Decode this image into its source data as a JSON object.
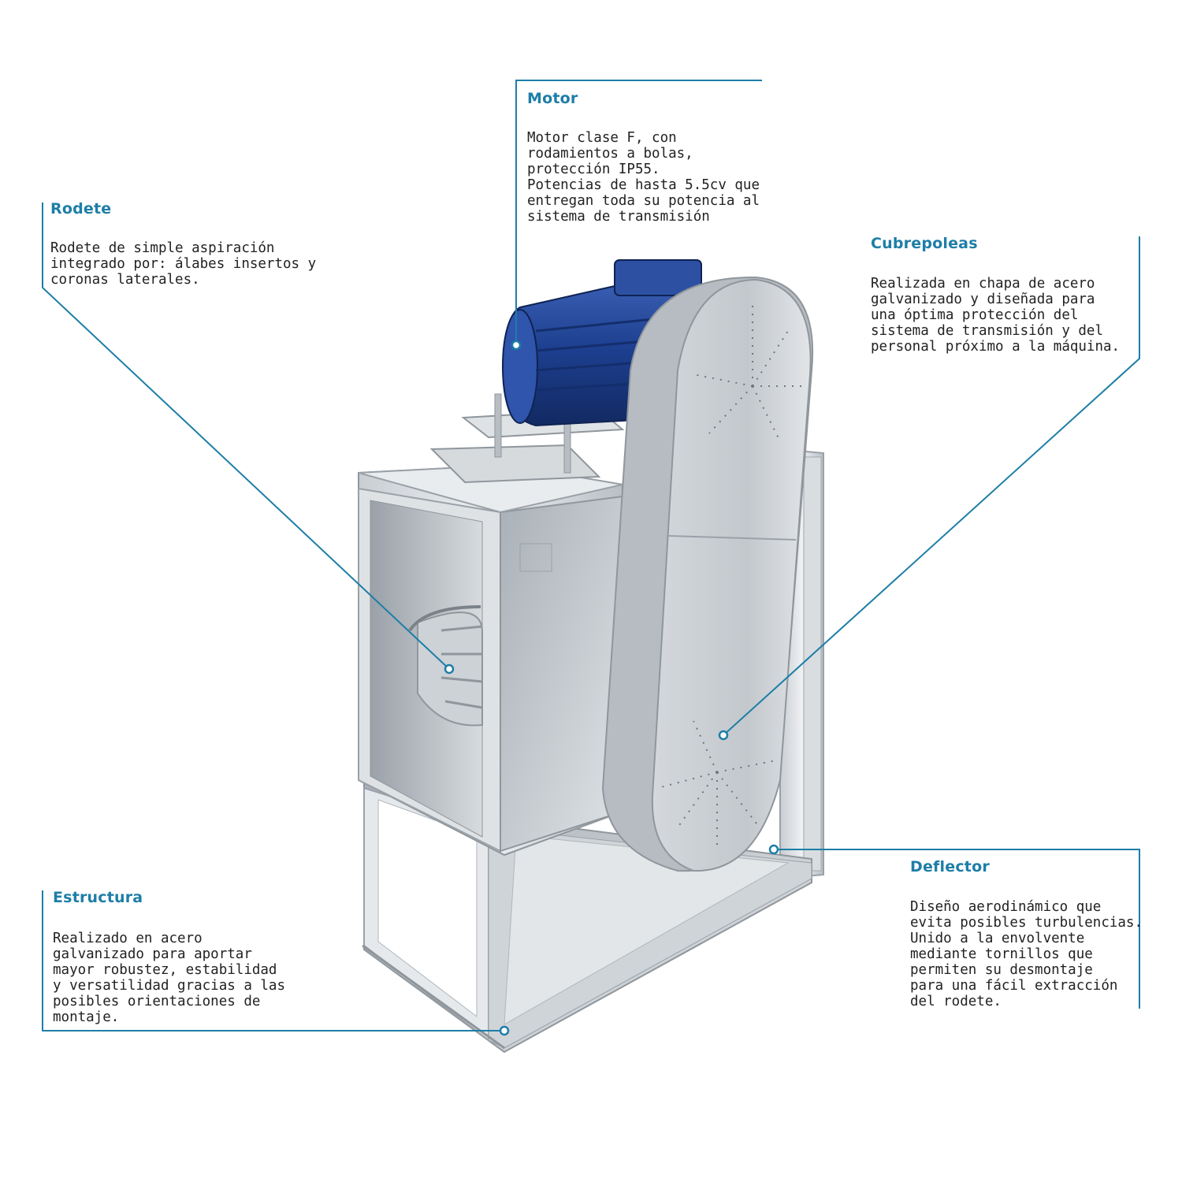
{
  "accent_color": "#1d7ea7",
  "callouts": {
    "motor": {
      "title": "Motor",
      "text": "Motor clase F, con\nrodamientos a bolas,\nprotección IP55.\nPotencias de hasta 5.5cv que\nentregan toda su potencia al\nsistema de transmisión"
    },
    "rodete": {
      "title": "Rodete",
      "text": "Rodete de simple aspiración\nintegrado por: álabes insertos y\ncoronas laterales."
    },
    "cubrepoleas": {
      "title": "Cubrepoleas",
      "text": "Realizada en chapa de acero\ngalvanizado y diseñada para\nuna óptima protección del\nsistema de transmisión y del\npersonal próximo a la máquina."
    },
    "deflector": {
      "title": "Deflector",
      "text": "Diseño aerodinámico que\nevita posibles turbulencias.\nUnido a la envolvente\nmediante tornillos que\npermiten su desmontaje\npara una fácil extracción\ndel rodete."
    },
    "estructura": {
      "title": "Estructura",
      "text": "Realizado en acero\ngalvanizado para aportar\nmayor robustez, estabilidad\ny versatilidad gracias a las\nposibles orientaciones de\nmontaje."
    }
  }
}
